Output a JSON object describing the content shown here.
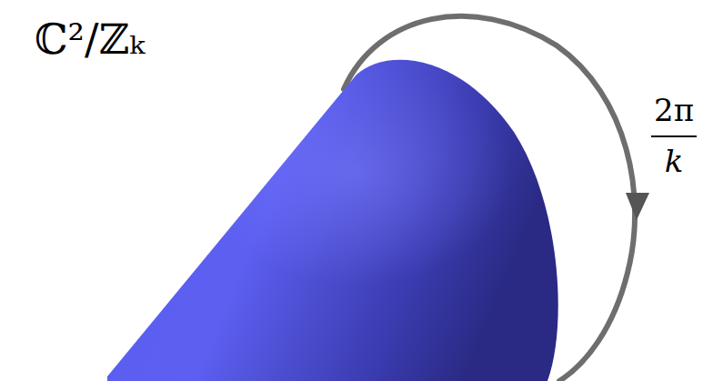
{
  "diagram": {
    "labels": [
      "ℂ²/ℤₖ",
      "2π",
      "k"
    ]
  }
}
